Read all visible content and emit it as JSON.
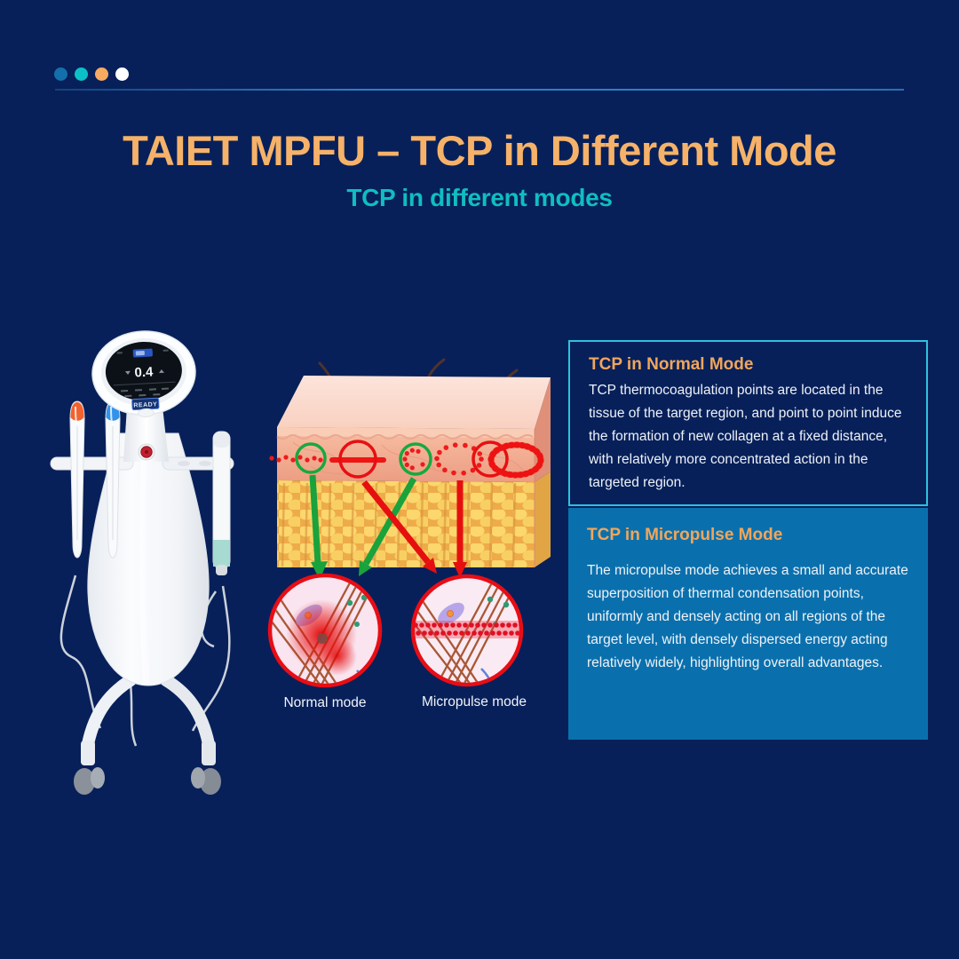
{
  "slide": {
    "title": "TAIET MPFU – TCP in Different Mode",
    "subtitle": "TCP in different modes"
  },
  "decor": {
    "dots": [
      "#1470ab",
      "#0cc0c7",
      "#f8aa61",
      "#ffffff"
    ],
    "divider_color": "#2f7ec0"
  },
  "device": {
    "screen_value": "0.4",
    "screen_status": "READY"
  },
  "diagram": {
    "normal_label": "Normal mode",
    "micropulse_label": "Micropulse mode"
  },
  "boxes": {
    "normal": {
      "title": "TCP in Normal Mode",
      "body": "TCP thermocoagulation points are located in the tissue of the target region, and point to point induce the formation of new collagen at a fixed distance, with relatively more concentrated action in the targeted region."
    },
    "micropulse": {
      "title": "TCP in Micropulse Mode",
      "body": "The micropulse mode achieves a small and accurate superposition of thermal condensation points, uniformly and densely acting on all regions of the target level, with densely dispersed energy acting relatively widely, highlighting overall advantages."
    }
  },
  "colors": {
    "background": "#07205a",
    "title_orange": "#f6b269",
    "subtitle_teal": "#10bebf",
    "box_border_cyan": "#2ec1de",
    "box_fill_blue": "#0a70ad",
    "heading_orange": "#f0a65c",
    "arrow_green": "#1aa23c",
    "arrow_red": "#e81012"
  }
}
